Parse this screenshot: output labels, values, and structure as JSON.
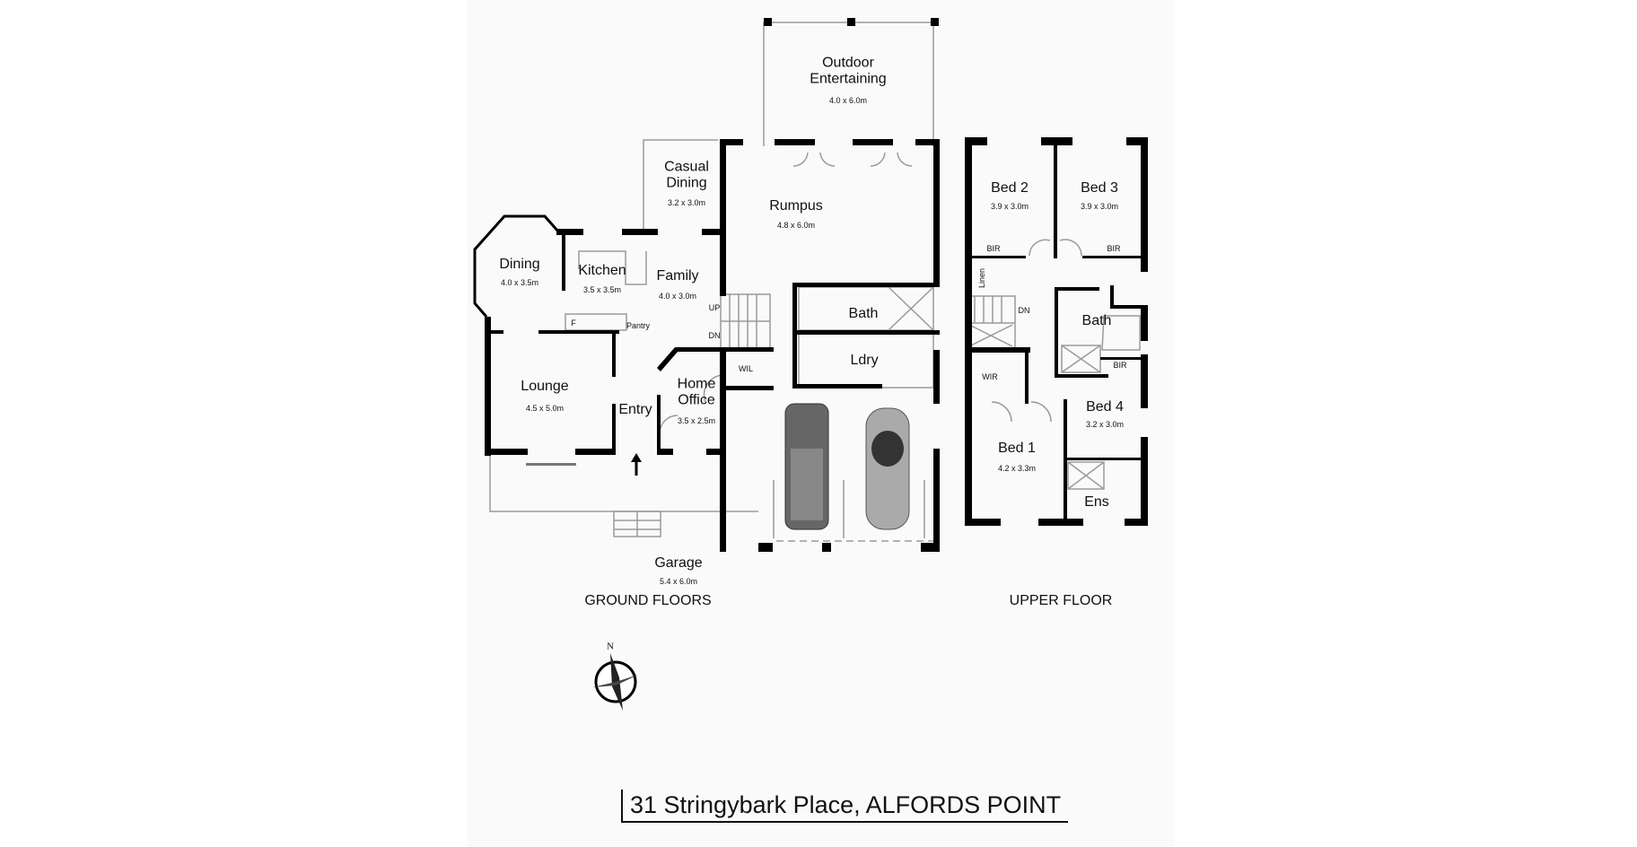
{
  "ground_floor": {
    "heading": "GROUND FLOORS",
    "rooms": [
      {
        "name": "Outdoor Entertaining",
        "dims": "4.0 x 6.0m"
      },
      {
        "name": "Casual Dining",
        "dims": "3.2 x 3.0m"
      },
      {
        "name": "Rumpus",
        "dims": "4.8 x 6.0m"
      },
      {
        "name": "Dining",
        "dims": "4.0 x 3.5m"
      },
      {
        "name": "Kitchen",
        "dims": "3.5 x 3.5m"
      },
      {
        "name": "Family",
        "dims": "4.0 x 3.0m"
      },
      {
        "name": "Lounge",
        "dims": "4.5 x 5.0m"
      },
      {
        "name": "Entry"
      },
      {
        "name": "Home Office",
        "dims": "3.5 x 2.5m"
      },
      {
        "name": "Garage",
        "dims": "5.4 x 6.0m"
      },
      {
        "name": "Bath"
      },
      {
        "name": "Ldry"
      }
    ],
    "small_labels": {
      "pantry": "Pantry",
      "fridge": "F",
      "wil": "WIL",
      "up": "UP",
      "dn": "DN"
    }
  },
  "upper_floor": {
    "heading": "UPPER FLOOR",
    "rooms": [
      {
        "name": "Bed 2",
        "dims": "3.9 x 3.0m"
      },
      {
        "name": "Bed 3",
        "dims": "3.9 x 3.0m"
      },
      {
        "name": "Bath"
      },
      {
        "name": "Bed 4",
        "dims": "3.2 x 3.0m"
      },
      {
        "name": "Bed 1",
        "dims": "4.2 x 3.3m"
      },
      {
        "name": "Ens"
      }
    ],
    "small_labels": {
      "bir": "BIR",
      "linen": "Linen",
      "dn": "DN",
      "wir": "WIR"
    }
  },
  "compass": {
    "north_label": "N"
  },
  "address": "31 Stringybark Place, ALFORDS POINT",
  "colors": {
    "wall": "#000000",
    "sheet": "#fafafa",
    "thin_line": "#9a9a9a"
  }
}
